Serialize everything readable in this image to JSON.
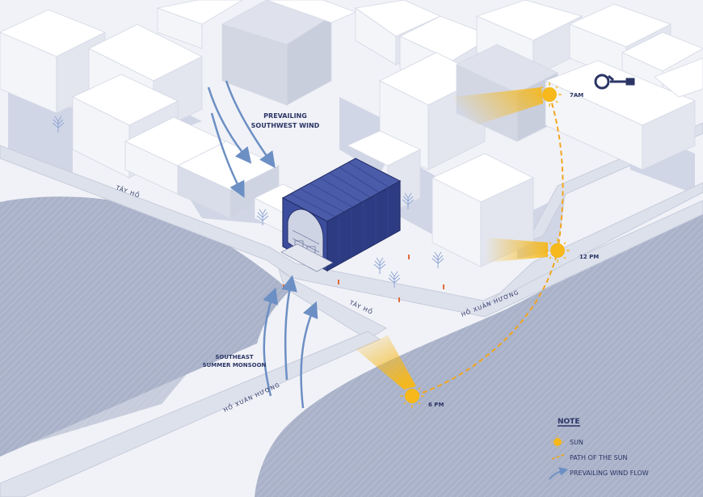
{
  "labels": {
    "prevailing_wind": [
      "PREVAILING",
      "SOUTHWEST WIND"
    ],
    "monsoon": [
      "SOUTHEAST",
      "SUMMER MONSOON"
    ],
    "street_tay_ho_1": "TÂY HỒ",
    "street_tay_ho_2": "TÂY HỒ",
    "street_ho_xuan_huong_1": "HỒ XUÂN HƯƠNG",
    "street_ho_xuan_huong_2": "HỒ XUÂN HƯƠNG"
  },
  "sun_times": {
    "morning": "7AM",
    "noon": "12 PM",
    "evening": "6 PM"
  },
  "legend": {
    "title": "NOTE",
    "items": [
      "SUN",
      "PATH OF THE SUN",
      "PREVAILING WIND FLOW"
    ]
  },
  "colors": {
    "water": "#a9b2c9",
    "ground": "#f1f2f7",
    "road": "#dde1ec",
    "building_top": "#ffffff",
    "building_left": "#f4f5f9",
    "building_right": "#e3e6ef",
    "shadow": "#c9cfe0",
    "feature_building": "#3c4d9e",
    "feature_building_dark": "#2d3b82",
    "sun": "#f6b81a",
    "sun_path": "#f2a51e",
    "wind": "#6c8fc4",
    "text": "#2b3565"
  },
  "icons": [
    "sun-icon",
    "wind-arrow-icon",
    "compass-icon",
    "tree-icon"
  ]
}
